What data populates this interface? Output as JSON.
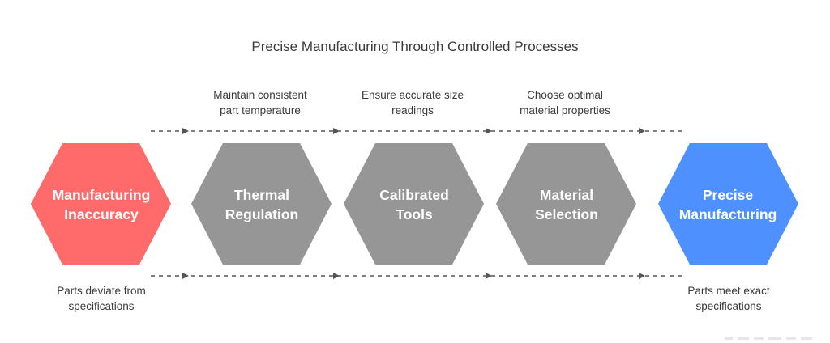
{
  "title": "Precise Manufacturing Through Controlled Processes",
  "colors": {
    "start": "#ff6b6b",
    "step": "#969696",
    "end": "#4d90fe",
    "arrow": "#555555",
    "text": "#3a3a3a"
  },
  "nodes": [
    {
      "id": "manufacturing-inaccuracy",
      "role": "start",
      "label": [
        "Manufacturing",
        "Inaccuracy"
      ]
    },
    {
      "id": "thermal-regulation",
      "role": "step",
      "label": [
        "Thermal",
        "Regulation"
      ]
    },
    {
      "id": "calibrated-tools",
      "role": "step",
      "label": [
        "Calibrated",
        "Tools"
      ]
    },
    {
      "id": "material-selection",
      "role": "step",
      "label": [
        "Material",
        "Selection"
      ]
    },
    {
      "id": "precise-manufacturing",
      "role": "end",
      "label": [
        "Precise",
        "Manufacturing"
      ]
    }
  ],
  "top_notes": [
    [
      "Maintain consistent",
      "part temperature"
    ],
    [
      "Ensure accurate size",
      "readings"
    ],
    [
      "Choose optimal",
      "material properties"
    ]
  ],
  "bottom_notes": {
    "start": [
      "Parts deviate from",
      "specifications"
    ],
    "end": [
      "Parts meet exact",
      "specifications"
    ]
  }
}
